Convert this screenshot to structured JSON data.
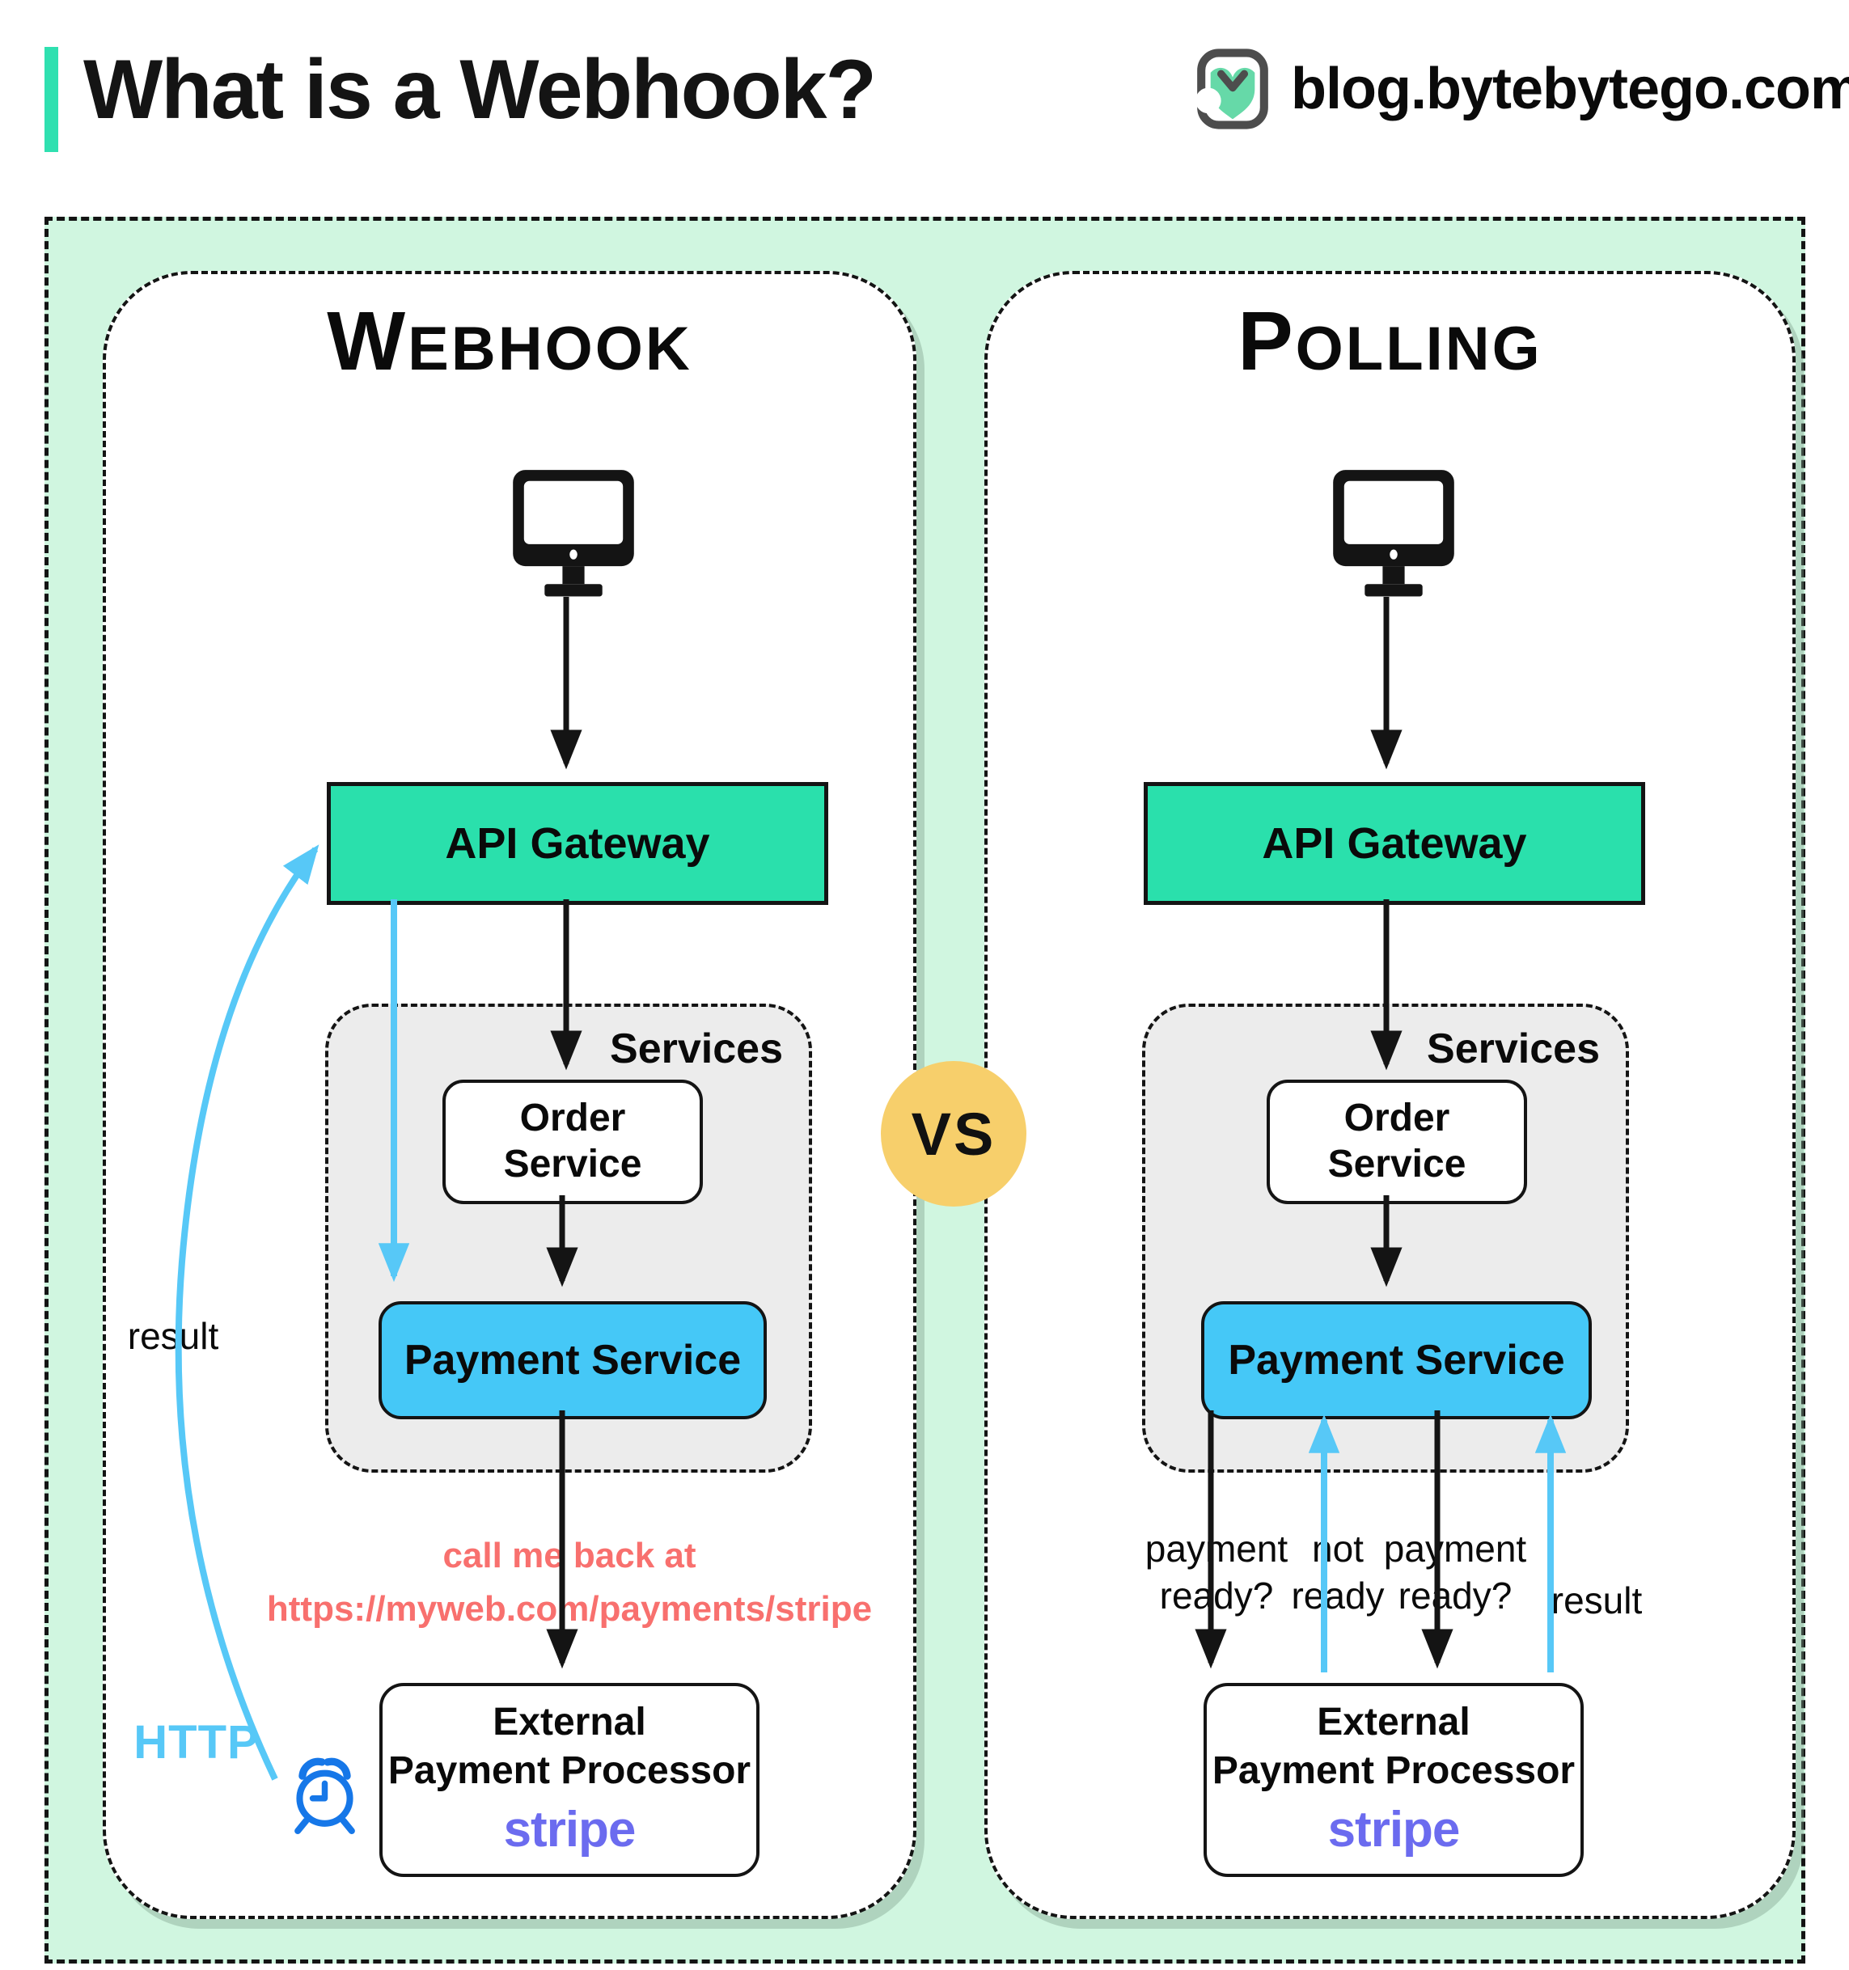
{
  "header": {
    "title": "What is a Webhook?",
    "site": "blog.bytebytego.com"
  },
  "vs_label": "VS",
  "webhook": {
    "title": "Webhook",
    "client_icon": "desktop-computer",
    "api_gateway_label": "API Gateway",
    "services_label": "Services",
    "order_service_label": "Order\nService",
    "payment_service_label": "Payment Service",
    "callback_note": "call me back at\nhttps://myweb.com/payments/stripe",
    "external_processor_label": "External\nPayment Processor",
    "stripe_label": "stripe",
    "result_arrow_label": "result",
    "http_label": "HTTP",
    "clock_icon": "alarm-clock"
  },
  "polling": {
    "title": "Polling",
    "client_icon": "desktop-computer",
    "api_gateway_label": "API Gateway",
    "services_label": "Services",
    "order_service_label": "Order\nService",
    "payment_service_label": "Payment Service",
    "arrow_labels": {
      "query1": "payment\nready?",
      "answer1": "not\nready",
      "query2": "payment\nready?",
      "result": "result"
    },
    "external_processor_label": "External\nPayment Processor",
    "stripe_label": "stripe"
  },
  "colors": {
    "ink": "#141414",
    "mint_bg": "#d0f6e0",
    "gateway_green": "#2ae0ac",
    "payment_blue": "#45c8f7",
    "services_gray": "#ececec",
    "vs_yellow": "#f7cf6b",
    "sky_blue": "#57c8f7",
    "salmon": "#f8706e",
    "stripe_purple": "#6b6bef",
    "clock_blue": "#1677e8",
    "accent": "#2fe0b0"
  }
}
